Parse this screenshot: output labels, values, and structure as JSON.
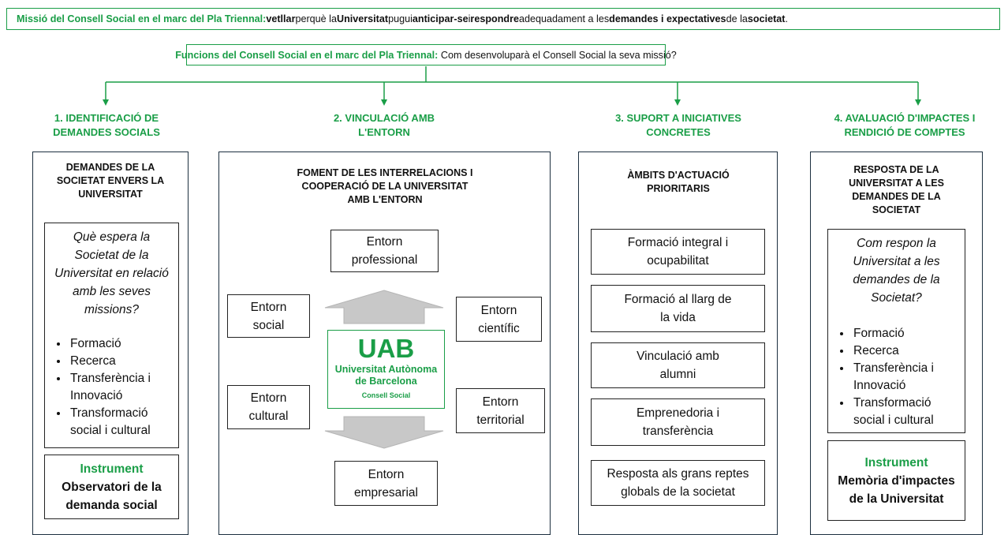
{
  "mission": {
    "part1": "Missió del Consell Social en el marc del Pla Triennal:",
    "part2": " vetllar",
    "part3": " perquè la ",
    "part4": "Universitat",
    "part5": " pugui ",
    "part6": "anticipar-se",
    "part7": " i ",
    "part8": "respondre",
    "part9": " adequadament a les ",
    "part10": "demandes i expectatives",
    "part11": " de la ",
    "part12": "societat",
    "part13": "."
  },
  "functions": {
    "label": "Funcions del Consell Social en el marc del Pla Triennal:",
    "text": " Com desenvoluparà el Consell Social la seva missió?"
  },
  "columns": [
    {
      "title_line1": "1. IDENTIFICACIÓ DE",
      "title_line2": "DEMANDES SOCIALS",
      "head_line1": "DEMANDES DE LA",
      "head_line2": "SOCIETAT ENVERS LA",
      "head_line3": "UNIVERSITAT",
      "question": "Què espera la Societat de la Universitat en relació amb les seves missions?",
      "bullets": [
        "Formació",
        "Recerca",
        "Transferència i Innovació",
        "Transformació social i cultural"
      ],
      "instrument_label": "Instrument",
      "instrument_text": "Observatori de la demanda social"
    },
    {
      "title_line1": "2. VINCULACIÓ AMB",
      "title_line2": "L'ENTORN",
      "head_line1": "FOMENT DE LES INTERRELACIONS I",
      "head_line2": "COOPERACIÓ DE LA UNIVERSITAT",
      "head_line3": "AMB L'ENTORN",
      "entorns": {
        "professional": "Entorn professional",
        "social": "Entorn social",
        "cientific": "Entorn científic",
        "cultural": "Entorn cultural",
        "territorial": "Entorn territorial",
        "empresarial": "Entorn empresarial"
      },
      "logo": {
        "acronym": "UAB",
        "line1": "Universitat Autònoma",
        "line2": "de Barcelona",
        "line3": "Consell Social"
      }
    },
    {
      "title_line1": "3. SUPORT A INICIATIVES",
      "title_line2": "CONCRETES",
      "head_line1": "ÀMBITS D'ACTUACIÓ",
      "head_line2": "PRIORITARIS",
      "ambits": [
        "Formació integral i ocupabilitat",
        "Formació al llarg de la vida",
        "Vinculació amb alumni",
        "Emprenedoria i transferència",
        "Resposta als grans reptes globals de la societat"
      ]
    },
    {
      "title_line1": "4. AVALUACIÓ D'IMPACTES I",
      "title_line2": "RENDICIÓ DE COMPTES",
      "head_line1": "RESPOSTA DE LA",
      "head_line2": "UNIVERSITAT A LES",
      "head_line3": "DEMANDES DE LA",
      "head_line4": "SOCIETAT",
      "question": "Com respon la Universitat a les demandes de la Societat?",
      "bullets": [
        "Formació",
        "Recerca",
        "Transferència i Innovació",
        "Transformació social i cultural"
      ],
      "instrument_label": "Instrument",
      "instrument_text": "Memòria d'impactes de la Universitat"
    }
  ],
  "colors": {
    "accent": "#1a9e47",
    "dark_border": "#1c2f3f",
    "arrow_gray": "#c8c8c8"
  }
}
